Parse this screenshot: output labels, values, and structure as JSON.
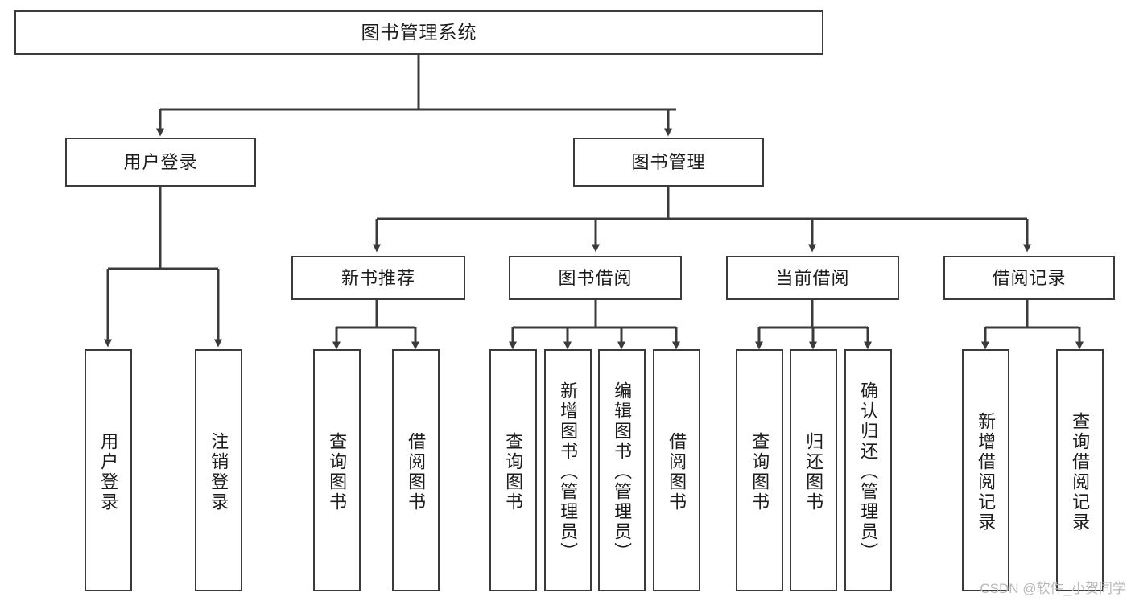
{
  "diagram": {
    "title": "图书管理系统",
    "type": "tree",
    "colors": {
      "stroke": "#3b3b3b",
      "fill": "#ffffff",
      "text": "#1c1c1c",
      "watermark": "#b9b9b9"
    }
  },
  "nodes": {
    "root": {
      "label": "图书管理系统"
    },
    "level2": [
      {
        "label": "用户登录"
      },
      {
        "label": "图书管理"
      }
    ],
    "level3": [
      {
        "label": "新书推荐"
      },
      {
        "label": "图书借阅"
      },
      {
        "label": "当前借阅"
      },
      {
        "label": "借阅记录"
      }
    ],
    "leaves_user_login": [
      {
        "label": "用户登录"
      },
      {
        "label": "注销登录"
      }
    ],
    "leaves_new_book": [
      {
        "label": "查询图书"
      },
      {
        "label": "借阅图书"
      }
    ],
    "leaves_borrow": [
      {
        "label": "查询图书"
      },
      {
        "label": "新增图书（管理员）"
      },
      {
        "label": "编辑图书（管理员）"
      },
      {
        "label": "借阅图书"
      }
    ],
    "leaves_current": [
      {
        "label": "查询图书"
      },
      {
        "label": "归还图书"
      },
      {
        "label": "确认归还（管理员）"
      }
    ],
    "leaves_records": [
      {
        "label": "新增借阅记录"
      },
      {
        "label": "查询借阅记录"
      }
    ]
  },
  "watermark": {
    "text": "CSDN @软件_小贺同学"
  }
}
